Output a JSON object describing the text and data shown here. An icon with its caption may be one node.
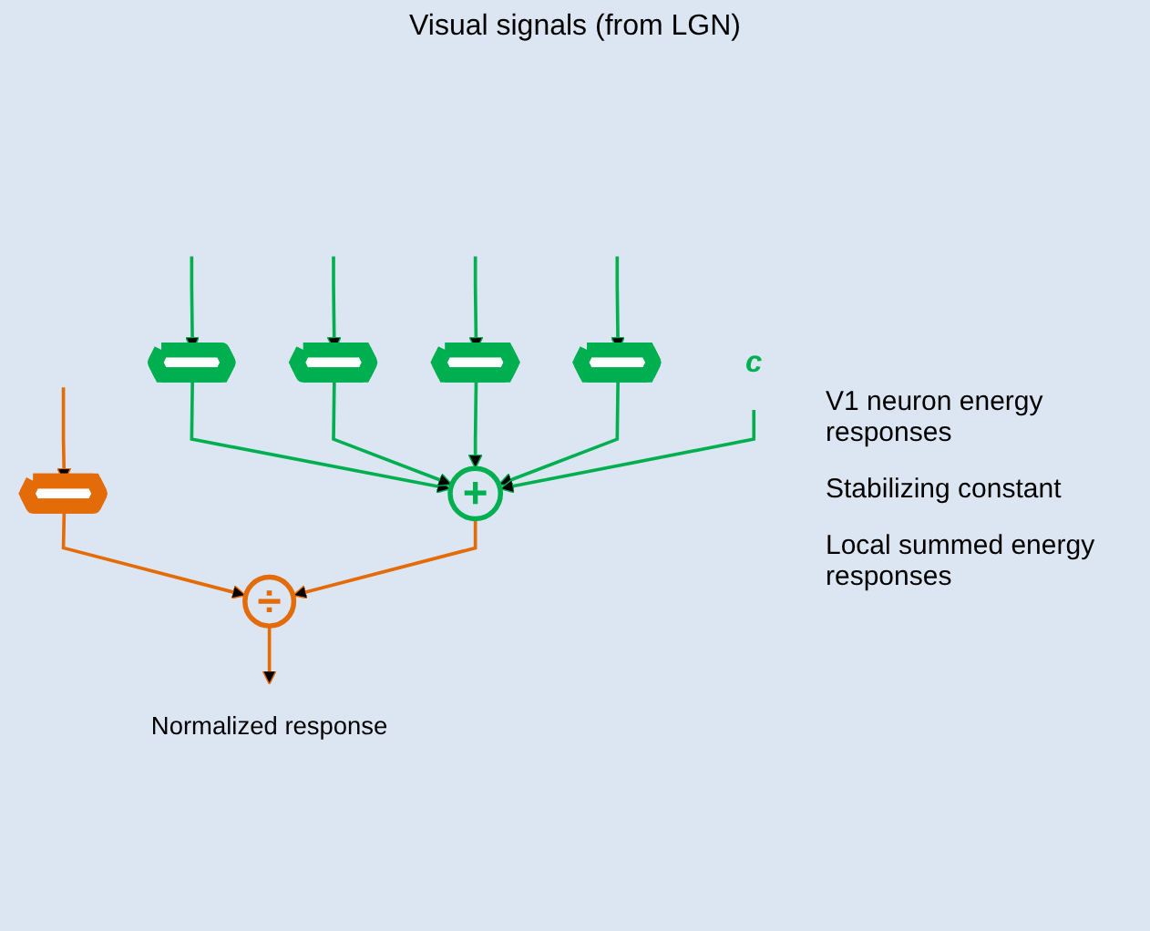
{
  "diagram": {
    "title": "Visual signals (from LGN)",
    "nodes": [
      {
        "text": [],
        "shape": "hexagon"
      },
      {
        "text": [],
        "shape": "hexagon"
      },
      {
        "text": [],
        "shape": "hexagon"
      },
      {
        "text": [],
        "shape": "hexagon"
      },
      {
        "text": [],
        "shape": "hexagon"
      },
      {
        "text": [
          "+"
        ]
      },
      {
        "text": [
          "c"
        ]
      },
      {
        "text": [
          "÷"
        ]
      },
      {
        "text": [
          "Normalized response"
        ]
      }
    ],
    "edges": [
      {
        "from": null,
        "to": 0,
        "arrow": "to"
      },
      {
        "from": null,
        "to": 1,
        "arrow": "to"
      },
      {
        "from": null,
        "to": 2,
        "arrow": "to",
        "color": "#e36c09"
      },
      {
        "from": null,
        "to": 3,
        "arrow": "to"
      },
      {
        "from": null,
        "to": 4,
        "arrow": "to"
      },
      {
        "from": 0,
        "to": 5,
        "arrow": "to"
      },
      {
        "from": 1,
        "to": 5,
        "arrow": "to"
      },
      {
        "from": 2,
        "to": 7,
        "arrow": "to",
        "color": "#e36c09"
      },
      {
        "from": 3,
        "to": 5,
        "arrow": "to"
      },
      {
        "from": 4,
        "to": 5,
        "arrow": "to"
      },
      {
        "from": 6,
        "to": 5,
        "arrow": "to"
      },
      {
        "from": 5,
        "to": 7,
        "arrow": "to",
        "color": "#e36c09"
      },
      {
        "from": 7,
        "to": 8,
        "arrow": "to",
        "color": "#e36c09"
      }
    ],
    "labels": [
      "V1 neuron energy responses",
      "Stabilizing constant",
      "Local summed energy responses"
    ]
  }
}
